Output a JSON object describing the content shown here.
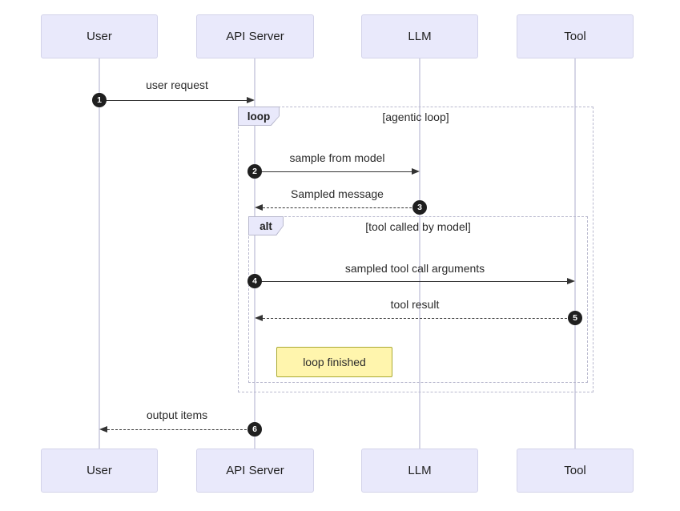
{
  "diagram": {
    "participants": [
      {
        "label": "User"
      },
      {
        "label": "API Server"
      },
      {
        "label": "LLM"
      },
      {
        "label": "Tool"
      }
    ],
    "messages": [
      {
        "num": "1",
        "label": "user request",
        "from": "User",
        "to": "API Server",
        "line": "solid"
      },
      {
        "num": "2",
        "label": "sample from model",
        "from": "API Server",
        "to": "LLM",
        "line": "solid"
      },
      {
        "num": "3",
        "label": "Sampled message",
        "from": "LLM",
        "to": "API Server",
        "line": "dashed"
      },
      {
        "num": "4",
        "label": "sampled tool call arguments",
        "from": "API Server",
        "to": "Tool",
        "line": "solid"
      },
      {
        "num": "5",
        "label": "tool result",
        "from": "Tool",
        "to": "API Server",
        "line": "dashed"
      },
      {
        "num": "6",
        "label": "output items",
        "from": "API Server",
        "to": "User",
        "line": "dashed"
      }
    ],
    "frames": {
      "loop": {
        "tag": "loop",
        "title": "[agentic loop]"
      },
      "alt": {
        "tag": "alt",
        "title": "[tool called by model]"
      }
    },
    "note": {
      "text": "loop finished"
    },
    "colors": {
      "participant_fill": "#e9e9fb",
      "participant_border": "#d3d3ea",
      "lifeline": "#d6d6e6",
      "frame_border": "#b9b9ce",
      "note_fill": "#fff5ad",
      "note_border": "#aaaa33",
      "arrow": "#333333",
      "badge": "#1f1f1f"
    }
  }
}
